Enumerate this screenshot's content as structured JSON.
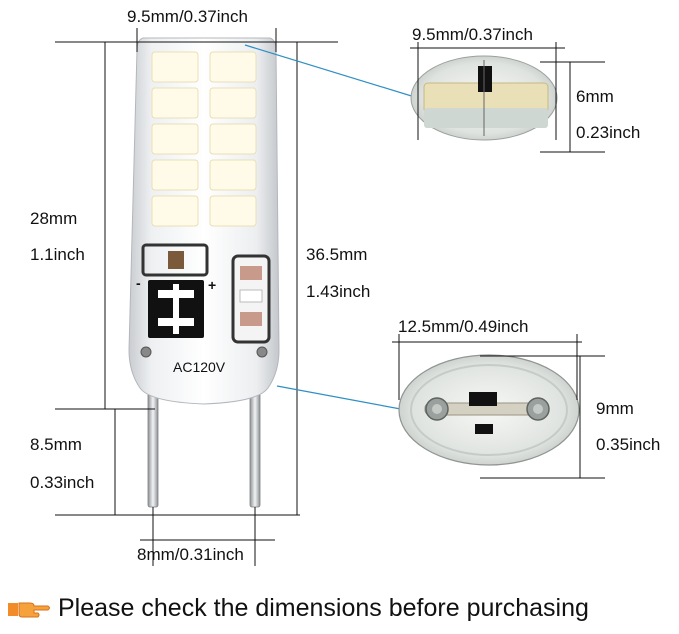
{
  "dimensions": {
    "top_width": "9.5mm/0.37inch",
    "body_height_mm": "28mm",
    "body_height_in": "1.1inch",
    "total_height_mm": "36.5mm",
    "total_height_in": "1.43inch",
    "pin_length_mm": "8.5mm",
    "pin_length_in": "0.33inch",
    "pin_spacing": "8mm/0.31inch",
    "top_detail_width": "9.5mm/0.37inch",
    "top_detail_height_mm": "6mm",
    "top_detail_height_in": "0.23inch",
    "base_detail_width": "12.5mm/0.49inch",
    "base_detail_height_mm": "9mm",
    "base_detail_height_in": "0.35inch"
  },
  "bulb": {
    "voltage_label": "AC120V",
    "polarity_minus": "-",
    "polarity_plus": "+"
  },
  "footer": {
    "icon": "pointing-hand-icon",
    "message": "Please check the dimensions before purchasing"
  },
  "colors": {
    "leader_line": "#2f8fc4",
    "led": "#fffbe8",
    "icon": "#f28c28"
  }
}
